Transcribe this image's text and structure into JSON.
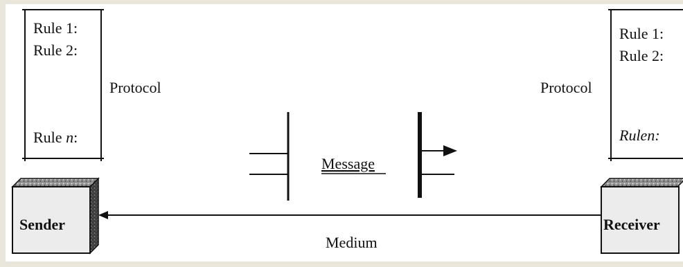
{
  "sender": {
    "rules": [
      "Rule 1:",
      "Rule 2:",
      "Rule n:"
    ],
    "protocol_label": "Protocol",
    "box_label": "Sender"
  },
  "receiver": {
    "rules": [
      "Rule 1:",
      "Rule 2:",
      "Rulen:"
    ],
    "protocol_label": "Protocol",
    "box_label": "Receiver"
  },
  "message_label": "Message",
  "medium_label": "Medium",
  "colors": {
    "background": "#e9e6dc",
    "panel": "#ffffff",
    "ink": "#111111",
    "box_face": "#ececec",
    "box_top": "#9a9a9a",
    "box_side": "#5a5a5a"
  }
}
